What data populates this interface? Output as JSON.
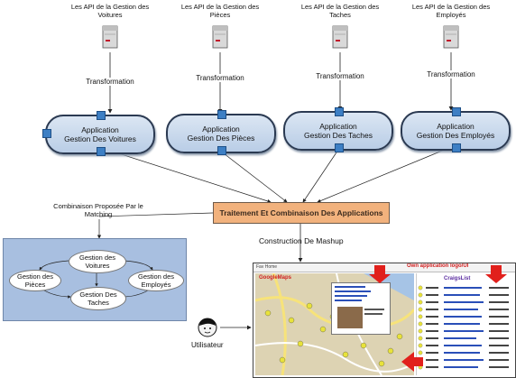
{
  "apis": [
    {
      "label": "Les API de la Gestion des Voitures"
    },
    {
      "label": "Les API de la Gestion des Pièces"
    },
    {
      "label": "Les API de la Gestion des Taches"
    },
    {
      "label": "Les API de la Gestion des Employés"
    }
  ],
  "transformation_label": "Transformation",
  "applications": [
    {
      "line1": "Application",
      "line2": "Gestion Des Voitures"
    },
    {
      "line1": "Application",
      "line2": "Gestion Des Pièces"
    },
    {
      "line1": "Application",
      "line2": "Gestion Des Taches"
    },
    {
      "line1": "Application",
      "line2": "Gestion Des Employés"
    }
  ],
  "traitement_label": "Traitement Et Combinaison Des Applications",
  "matching": {
    "label": "Combinaison Proposée Par le Matching",
    "nodes": [
      "Gestion des Voitures",
      "Gestion des Pièces",
      "Gestion Des Taches",
      "Gestion des Employés"
    ]
  },
  "mashup_label": "Construction De Mashup",
  "user_label": "Utilisateur",
  "screenshot": {
    "header_left": "Fav Home",
    "own_app_label": "Own application logo/UI",
    "map_title": "GoogleMaps",
    "list_title": "CraigsList"
  },
  "colors": {
    "app_fill": "#c6d6ea",
    "traitement_fill": "#f2b27d",
    "matching_fill": "#a8bfe0",
    "red_arrow": "#e1201c"
  }
}
